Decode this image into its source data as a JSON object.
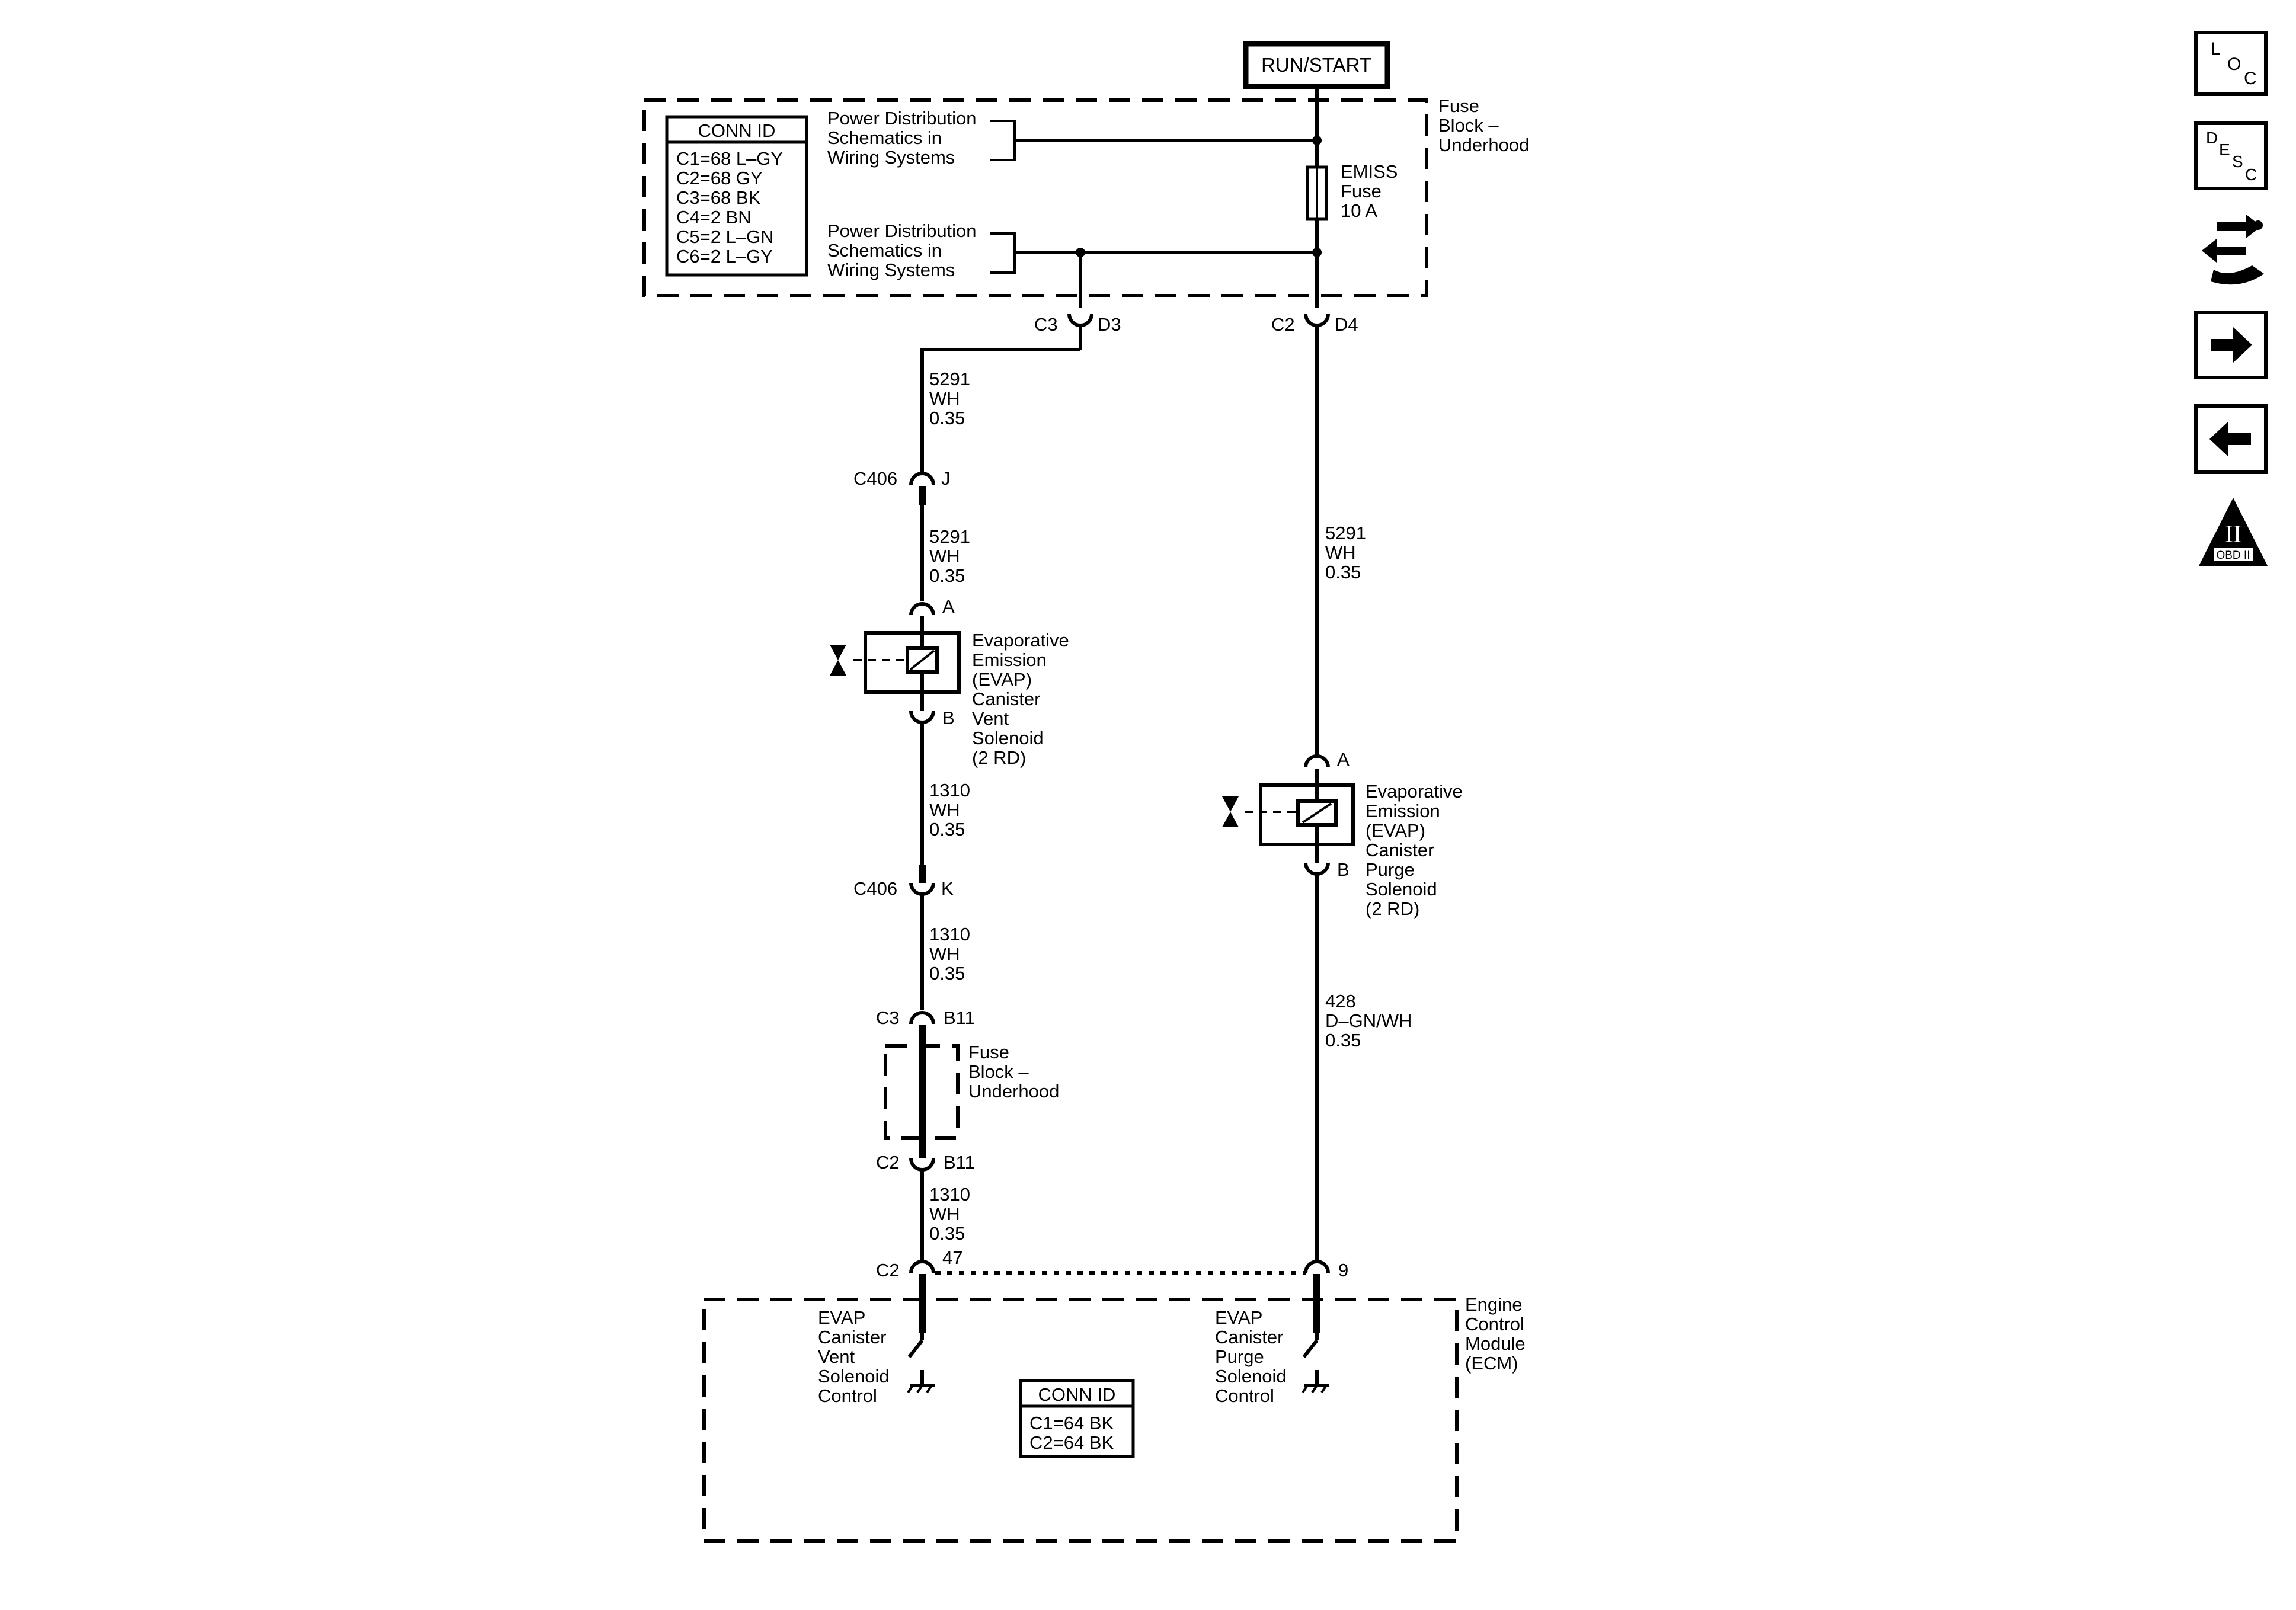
{
  "power_source": "RUN/START",
  "fuse_block_top": {
    "label": [
      "Fuse",
      "Block –",
      "Underhood"
    ],
    "conn_id_title": "CONN ID",
    "conn_ids": [
      "C1=68 L–GY",
      "C2=68 GY",
      "C3=68 BK",
      "C4=2 BN",
      "C5=2 L–GN",
      "C6=2 L–GY"
    ],
    "refs": [
      [
        "Power Distribution",
        "Schematics in",
        "Wiring Systems"
      ],
      [
        "Power Distribution",
        "Schematics in",
        "Wiring Systems"
      ]
    ],
    "fuse": [
      "EMISS",
      "Fuse",
      "10 A"
    ]
  },
  "connectors": {
    "c3": "C3",
    "d3": "D3",
    "c2": "C2",
    "d4": "D4",
    "c406": "C406",
    "j": "J",
    "k": "K",
    "a": "A",
    "b": "B",
    "b11": "B11",
    "pin47": "47",
    "pin9": "9"
  },
  "wires": {
    "w5291": [
      "5291",
      "WH",
      "0.35"
    ],
    "w1310": [
      "1310",
      "WH",
      "0.35"
    ],
    "w428": [
      "428",
      "D–GN/WH",
      "0.35"
    ]
  },
  "vent_solenoid": [
    "Evaporative",
    "Emission",
    "(EVAP)",
    "Canister",
    "Vent",
    "Solenoid",
    "(2 RD)"
  ],
  "purge_solenoid": [
    "Evaporative",
    "Emission",
    "(EVAP)",
    "Canister",
    "Purge",
    "Solenoid",
    "(2 RD)"
  ],
  "fuse_block_mid": [
    "Fuse",
    "Block –",
    "Underhood"
  ],
  "ecm": {
    "label": [
      "Engine",
      "Control",
      "Module",
      "(ECM)"
    ],
    "vent_control": [
      "EVAP",
      "Canister",
      "Vent",
      "Solenoid",
      "Control"
    ],
    "purge_control": [
      "EVAP",
      "Canister",
      "Purge",
      "Solenoid",
      "Control"
    ],
    "conn_id_title": "CONN ID",
    "conn_ids": [
      "C1=64 BK",
      "C2=64 BK"
    ]
  },
  "nav_icons": {
    "loc": [
      "L",
      "O",
      "C"
    ],
    "desc": [
      "D",
      "E",
      "S",
      "C"
    ],
    "obd": [
      "II",
      "OBD II"
    ],
    "icon_names": [
      "loc-icon",
      "desc-icon",
      "connector-swap-icon",
      "next-arrow-icon",
      "previous-arrow-icon",
      "obd-ii-icon"
    ]
  }
}
